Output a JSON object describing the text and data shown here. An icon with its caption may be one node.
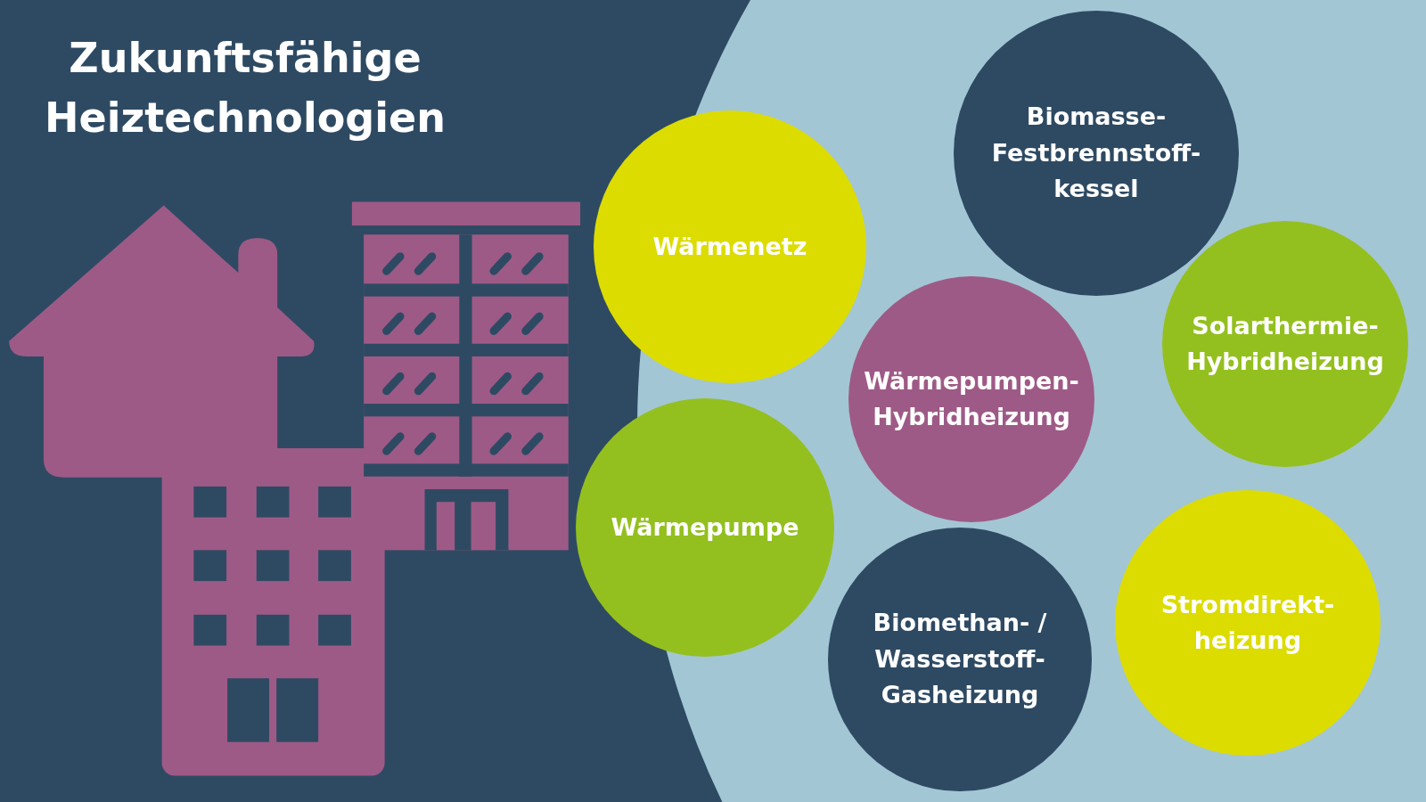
{
  "diagram": {
    "title": "Zukunftsfähige Heiztechnologien",
    "nodes": [
      {
        "text": [
          "Wärmenetz"
        ]
      },
      {
        "text": [
          "Biomasse- Festbrennstoff- kessel"
        ]
      },
      {
        "text": [
          "Wärmepumpen- Hybridheizung"
        ]
      },
      {
        "text": [
          "Solarthermie- Hybridheizung"
        ]
      },
      {
        "text": [
          "Wärmepumpe"
        ]
      },
      {
        "text": [
          "Biomethan- / Wasserstoff- Gasheizung"
        ]
      },
      {
        "text": [
          "Stromdirekt- heizung"
        ]
      }
    ],
    "edges": []
  }
}
